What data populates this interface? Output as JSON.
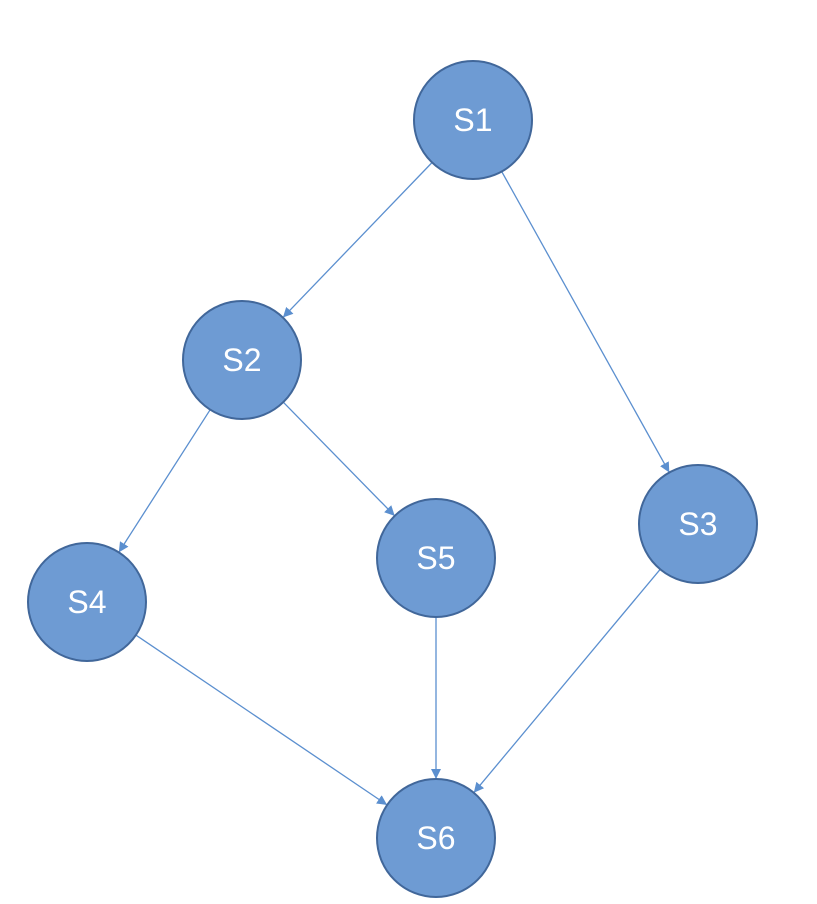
{
  "colors": {
    "node_fill": "#6e9bd3",
    "node_stroke": "#41679a",
    "edge": "#5b8fcf",
    "label": "#ffffff"
  },
  "nodes": [
    {
      "id": "S1",
      "label": "S1"
    },
    {
      "id": "S2",
      "label": "S2"
    },
    {
      "id": "S3",
      "label": "S3"
    },
    {
      "id": "S4",
      "label": "S4"
    },
    {
      "id": "S5",
      "label": "S5"
    },
    {
      "id": "S6",
      "label": "S6"
    }
  ],
  "edges": [
    {
      "from": "S1",
      "to": "S2"
    },
    {
      "from": "S1",
      "to": "S3"
    },
    {
      "from": "S2",
      "to": "S4"
    },
    {
      "from": "S2",
      "to": "S5"
    },
    {
      "from": "S4",
      "to": "S6"
    },
    {
      "from": "S5",
      "to": "S6"
    },
    {
      "from": "S3",
      "to": "S6"
    }
  ]
}
